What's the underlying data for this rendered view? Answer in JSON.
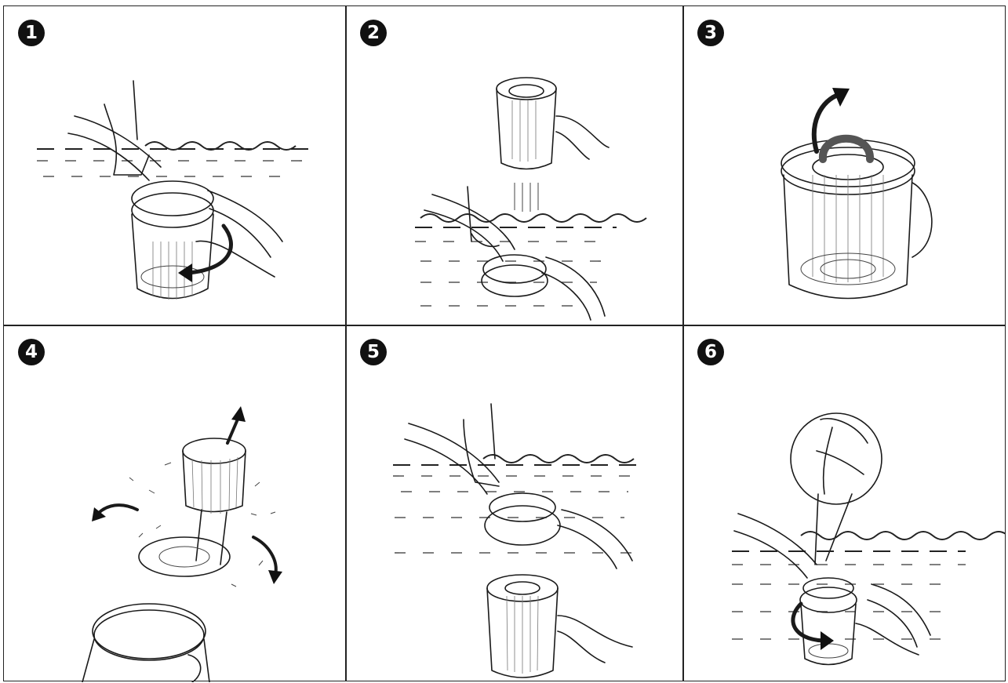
{
  "panels": [
    {
      "step": "1"
    },
    {
      "step": "2"
    },
    {
      "step": "3"
    },
    {
      "step": "4"
    },
    {
      "step": "5"
    },
    {
      "step": "6"
    }
  ]
}
